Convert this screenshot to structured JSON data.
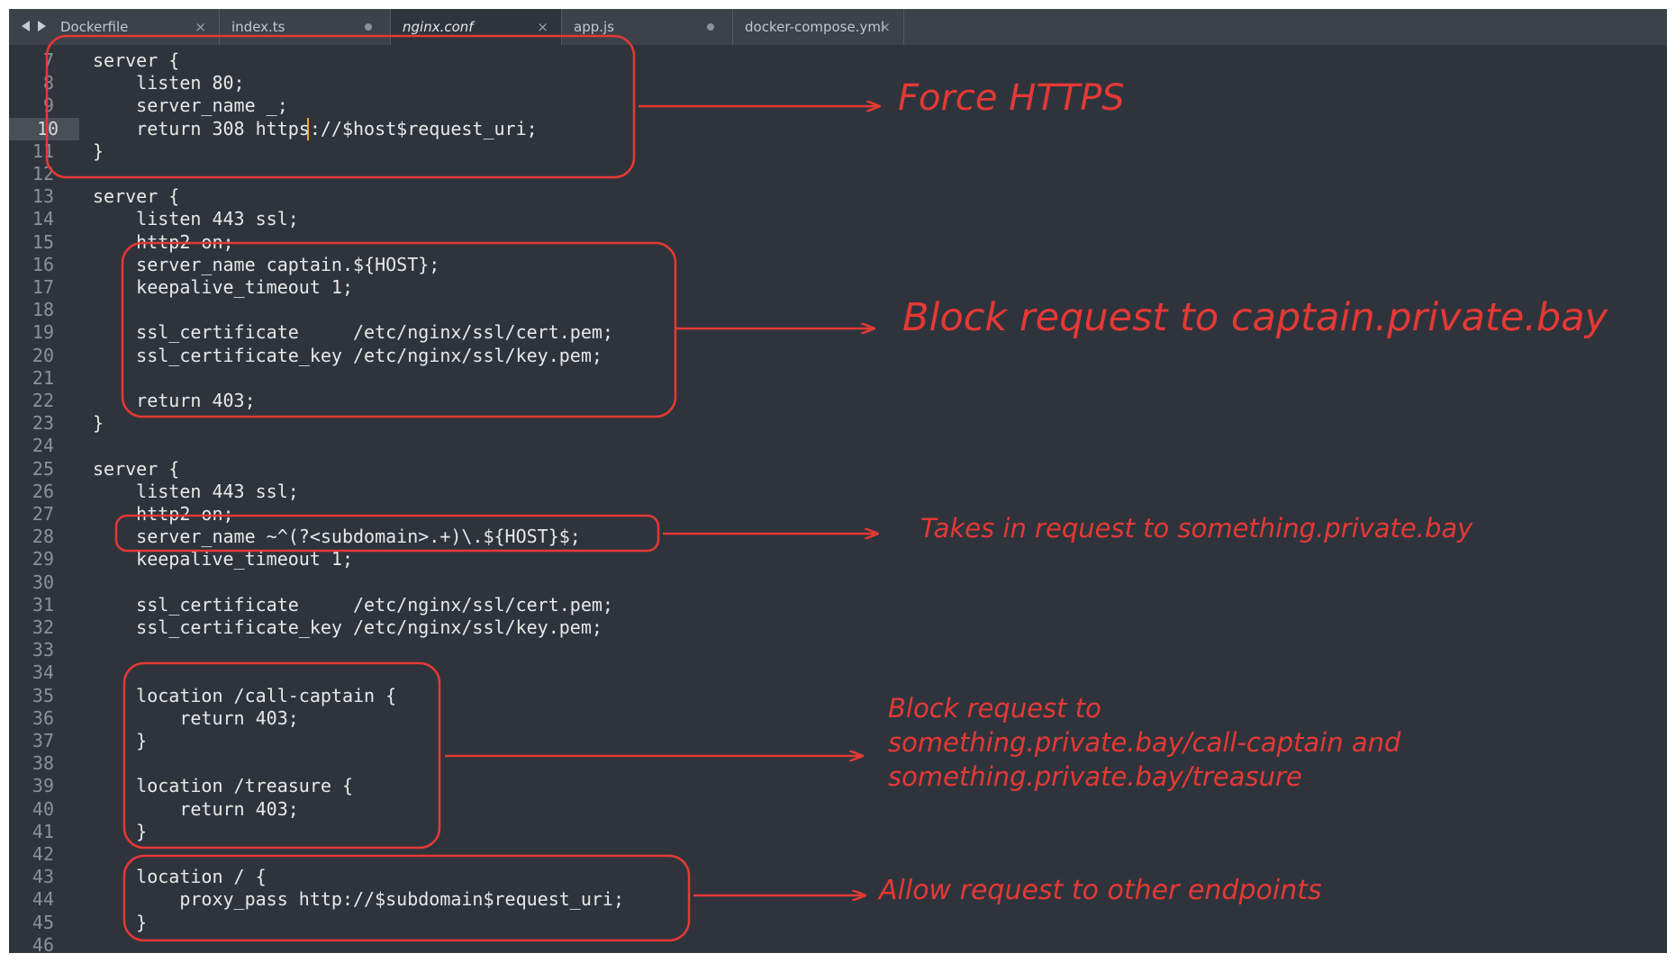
{
  "tabs": [
    {
      "label": "Dockerfile",
      "state": "close"
    },
    {
      "label": "index.ts",
      "state": "dot"
    },
    {
      "label": "nginx.conf",
      "state": "close",
      "active": true
    },
    {
      "label": "app.js",
      "state": "dot"
    },
    {
      "label": "docker-compose.yml",
      "state": "close"
    }
  ],
  "tab_close_glyph": "×",
  "current_line": "10",
  "code_lines": [
    {
      "n": "7",
      "text": "server {"
    },
    {
      "n": "8",
      "text": "    listen 80;"
    },
    {
      "n": "9",
      "text": "    server_name _;"
    },
    {
      "n": "10",
      "text": "    return 308 https://$host$request_uri;"
    },
    {
      "n": "11",
      "text": "}"
    },
    {
      "n": "12",
      "text": ""
    },
    {
      "n": "13",
      "text": "server {"
    },
    {
      "n": "14",
      "text": "    listen 443 ssl;"
    },
    {
      "n": "15",
      "text": "    http2 on;"
    },
    {
      "n": "16",
      "text": "    server_name captain.${HOST};"
    },
    {
      "n": "17",
      "text": "    keepalive_timeout 1;"
    },
    {
      "n": "18",
      "text": ""
    },
    {
      "n": "19",
      "text": "    ssl_certificate     /etc/nginx/ssl/cert.pem;"
    },
    {
      "n": "20",
      "text": "    ssl_certificate_key /etc/nginx/ssl/key.pem;"
    },
    {
      "n": "21",
      "text": ""
    },
    {
      "n": "22",
      "text": "    return 403;"
    },
    {
      "n": "23",
      "text": "}"
    },
    {
      "n": "24",
      "text": ""
    },
    {
      "n": "25",
      "text": "server {"
    },
    {
      "n": "26",
      "text": "    listen 443 ssl;"
    },
    {
      "n": "27",
      "text": "    http2 on;"
    },
    {
      "n": "28",
      "text": "    server_name ~^(?<subdomain>.+)\\.${HOST}$;"
    },
    {
      "n": "29",
      "text": "    keepalive_timeout 1;"
    },
    {
      "n": "30",
      "text": ""
    },
    {
      "n": "31",
      "text": "    ssl_certificate     /etc/nginx/ssl/cert.pem;"
    },
    {
      "n": "32",
      "text": "    ssl_certificate_key /etc/nginx/ssl/key.pem;"
    },
    {
      "n": "33",
      "text": ""
    },
    {
      "n": "34",
      "text": ""
    },
    {
      "n": "35",
      "text": "    location /call-captain {"
    },
    {
      "n": "36",
      "text": "        return 403;"
    },
    {
      "n": "37",
      "text": "    }"
    },
    {
      "n": "38",
      "text": ""
    },
    {
      "n": "39",
      "text": "    location /treasure {"
    },
    {
      "n": "40",
      "text": "        return 403;"
    },
    {
      "n": "41",
      "text": "    }"
    },
    {
      "n": "42",
      "text": ""
    },
    {
      "n": "43",
      "text": "    location / {"
    },
    {
      "n": "44",
      "text": "        proxy_pass http://$subdomain$request_uri;"
    },
    {
      "n": "45",
      "text": "    }"
    },
    {
      "n": "46",
      "text": ""
    }
  ],
  "annotations": {
    "force_https": "Force HTTPS",
    "block_captain": "Block request to captain.private.bay",
    "takes_in": "Takes in request to something.private.bay",
    "block_paths_1": "Block request to",
    "block_paths_2": "something.private.bay/call-captain and",
    "block_paths_3": "something.private.bay/treasure",
    "allow_other": "Allow request to other endpoints"
  },
  "colors": {
    "editor_bg": "#2f343c",
    "tabbar_bg": "#3d4149",
    "annotation": "#e53935",
    "caret": "#f5a623"
  }
}
